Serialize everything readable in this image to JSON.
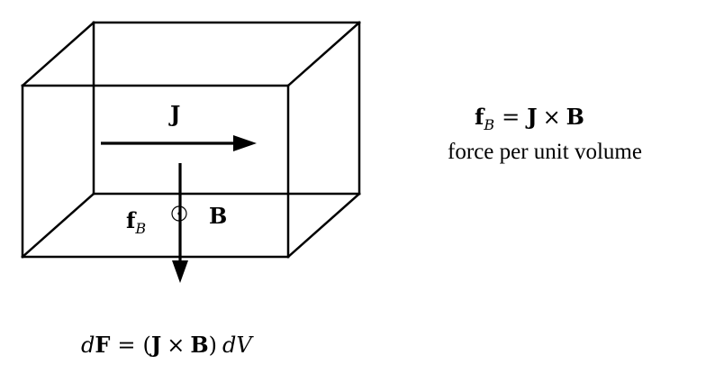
{
  "diagram": {
    "labels": {
      "current": "J",
      "force": "f",
      "force_subscript": "B",
      "field": "B",
      "field_symbol": "⊙"
    },
    "equation_right": {
      "lhs_symbol": "f",
      "lhs_subscript": "B",
      "equals": "=",
      "term1": "J",
      "times": "×",
      "term2": "B",
      "caption": "force per unit volume"
    },
    "equation_bottom": {
      "d": "d",
      "F": "F",
      "equals": "=",
      "open_paren": "(",
      "J": "J",
      "times": "×",
      "B": "B",
      "close_paren": ")",
      "dV": "dV"
    }
  }
}
